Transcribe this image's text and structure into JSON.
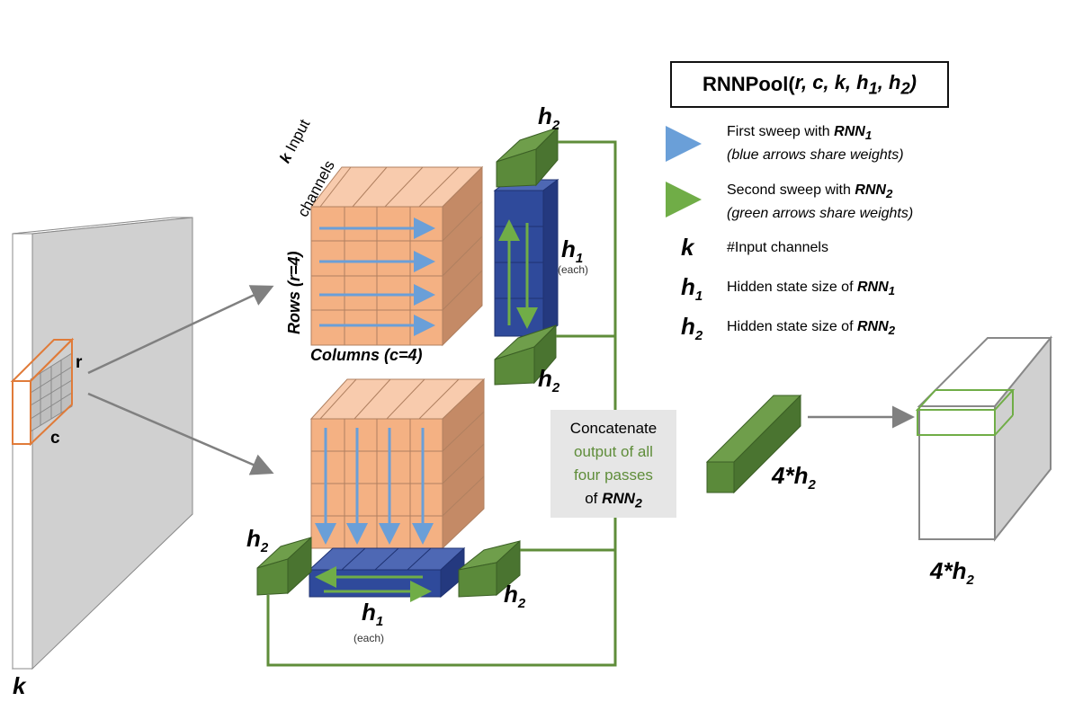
{
  "title": {
    "prefix": "RNNPool(",
    "args": " r, c, k, h",
    "sub1": "1",
    "mid": ", h",
    "sub2": "2",
    "suffix": ")"
  },
  "legend": [
    {
      "id": "first-sweep",
      "line1_pre": "First sweep with ",
      "line1_rnn": "RNN",
      "line1_sub": "1",
      "line2": "(blue arrows share weights)",
      "color": "#6a9fd8"
    },
    {
      "id": "second-sweep",
      "line1_pre": "Second sweep with ",
      "line1_rnn": "RNN",
      "line1_sub": "2",
      "line2": "(green arrows share weights)",
      "color": "#70ad47"
    }
  ],
  "symbols": [
    {
      "sym": "k",
      "sym_sub": "",
      "desc_pre": "#Input channels",
      "desc_rnn": "",
      "desc_sub": ""
    },
    {
      "sym": "h",
      "sym_sub": "1",
      "desc_pre": "Hidden state size of ",
      "desc_rnn": "RNN",
      "desc_sub": "1"
    },
    {
      "sym": "h",
      "sym_sub": "2",
      "desc_pre": "Hidden state size of ",
      "desc_rnn": "RNN",
      "desc_sub": "2"
    }
  ],
  "labels": {
    "k_input": "k",
    "input_channels_1": "Input",
    "input_channels_2": "channels",
    "rows": "Rows (r=4)",
    "columns": "Columns (c=4)",
    "r": "r",
    "c": "c",
    "k_bottom": "k",
    "h": "h",
    "sub1": "1",
    "sub2": "2",
    "each": "(each)",
    "four_h": "4*h"
  },
  "concat": {
    "line1": "Concatenate",
    "line2": "output of all",
    "line3": "four passes",
    "line4_pre": "of ",
    "line4_rnn": "RNN",
    "line4_sub": "2"
  },
  "colors": {
    "orange": "#f4b183",
    "orange_side": "#c48a66",
    "blue_block": "#2f4a9b",
    "green_block": "#5b8a3a",
    "green_line": "#5f8d3a",
    "blue_arrow": "#6a9fd8",
    "green_arrow": "#70ad47",
    "gray_panel": "#d0d0d0",
    "orange_outline": "#e07b39"
  }
}
